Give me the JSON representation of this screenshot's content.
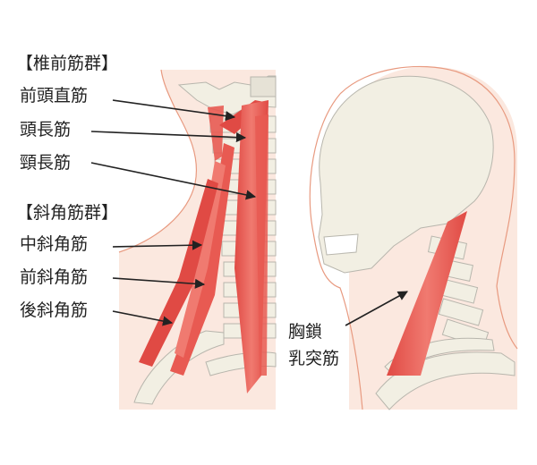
{
  "colors": {
    "skin": "#fbe8df",
    "skin_edge": "#e89a80",
    "bone": "#f2efe3",
    "bone_edge": "#b8b6ad",
    "muscle": "#e85a52",
    "muscle_light": "#f08a80",
    "arrow": "#222222"
  },
  "left_panel": {
    "group1_title": "【椎前筋群】",
    "group1_items": [
      "前頭直筋",
      "頭長筋",
      "頸長筋"
    ],
    "group2_title": "【斜角筋群】",
    "group2_items": [
      "中斜角筋",
      "前斜角筋",
      "後斜角筋"
    ]
  },
  "right_panel": {
    "label_line1": "胸鎖",
    "label_line2": "乳突筋"
  }
}
